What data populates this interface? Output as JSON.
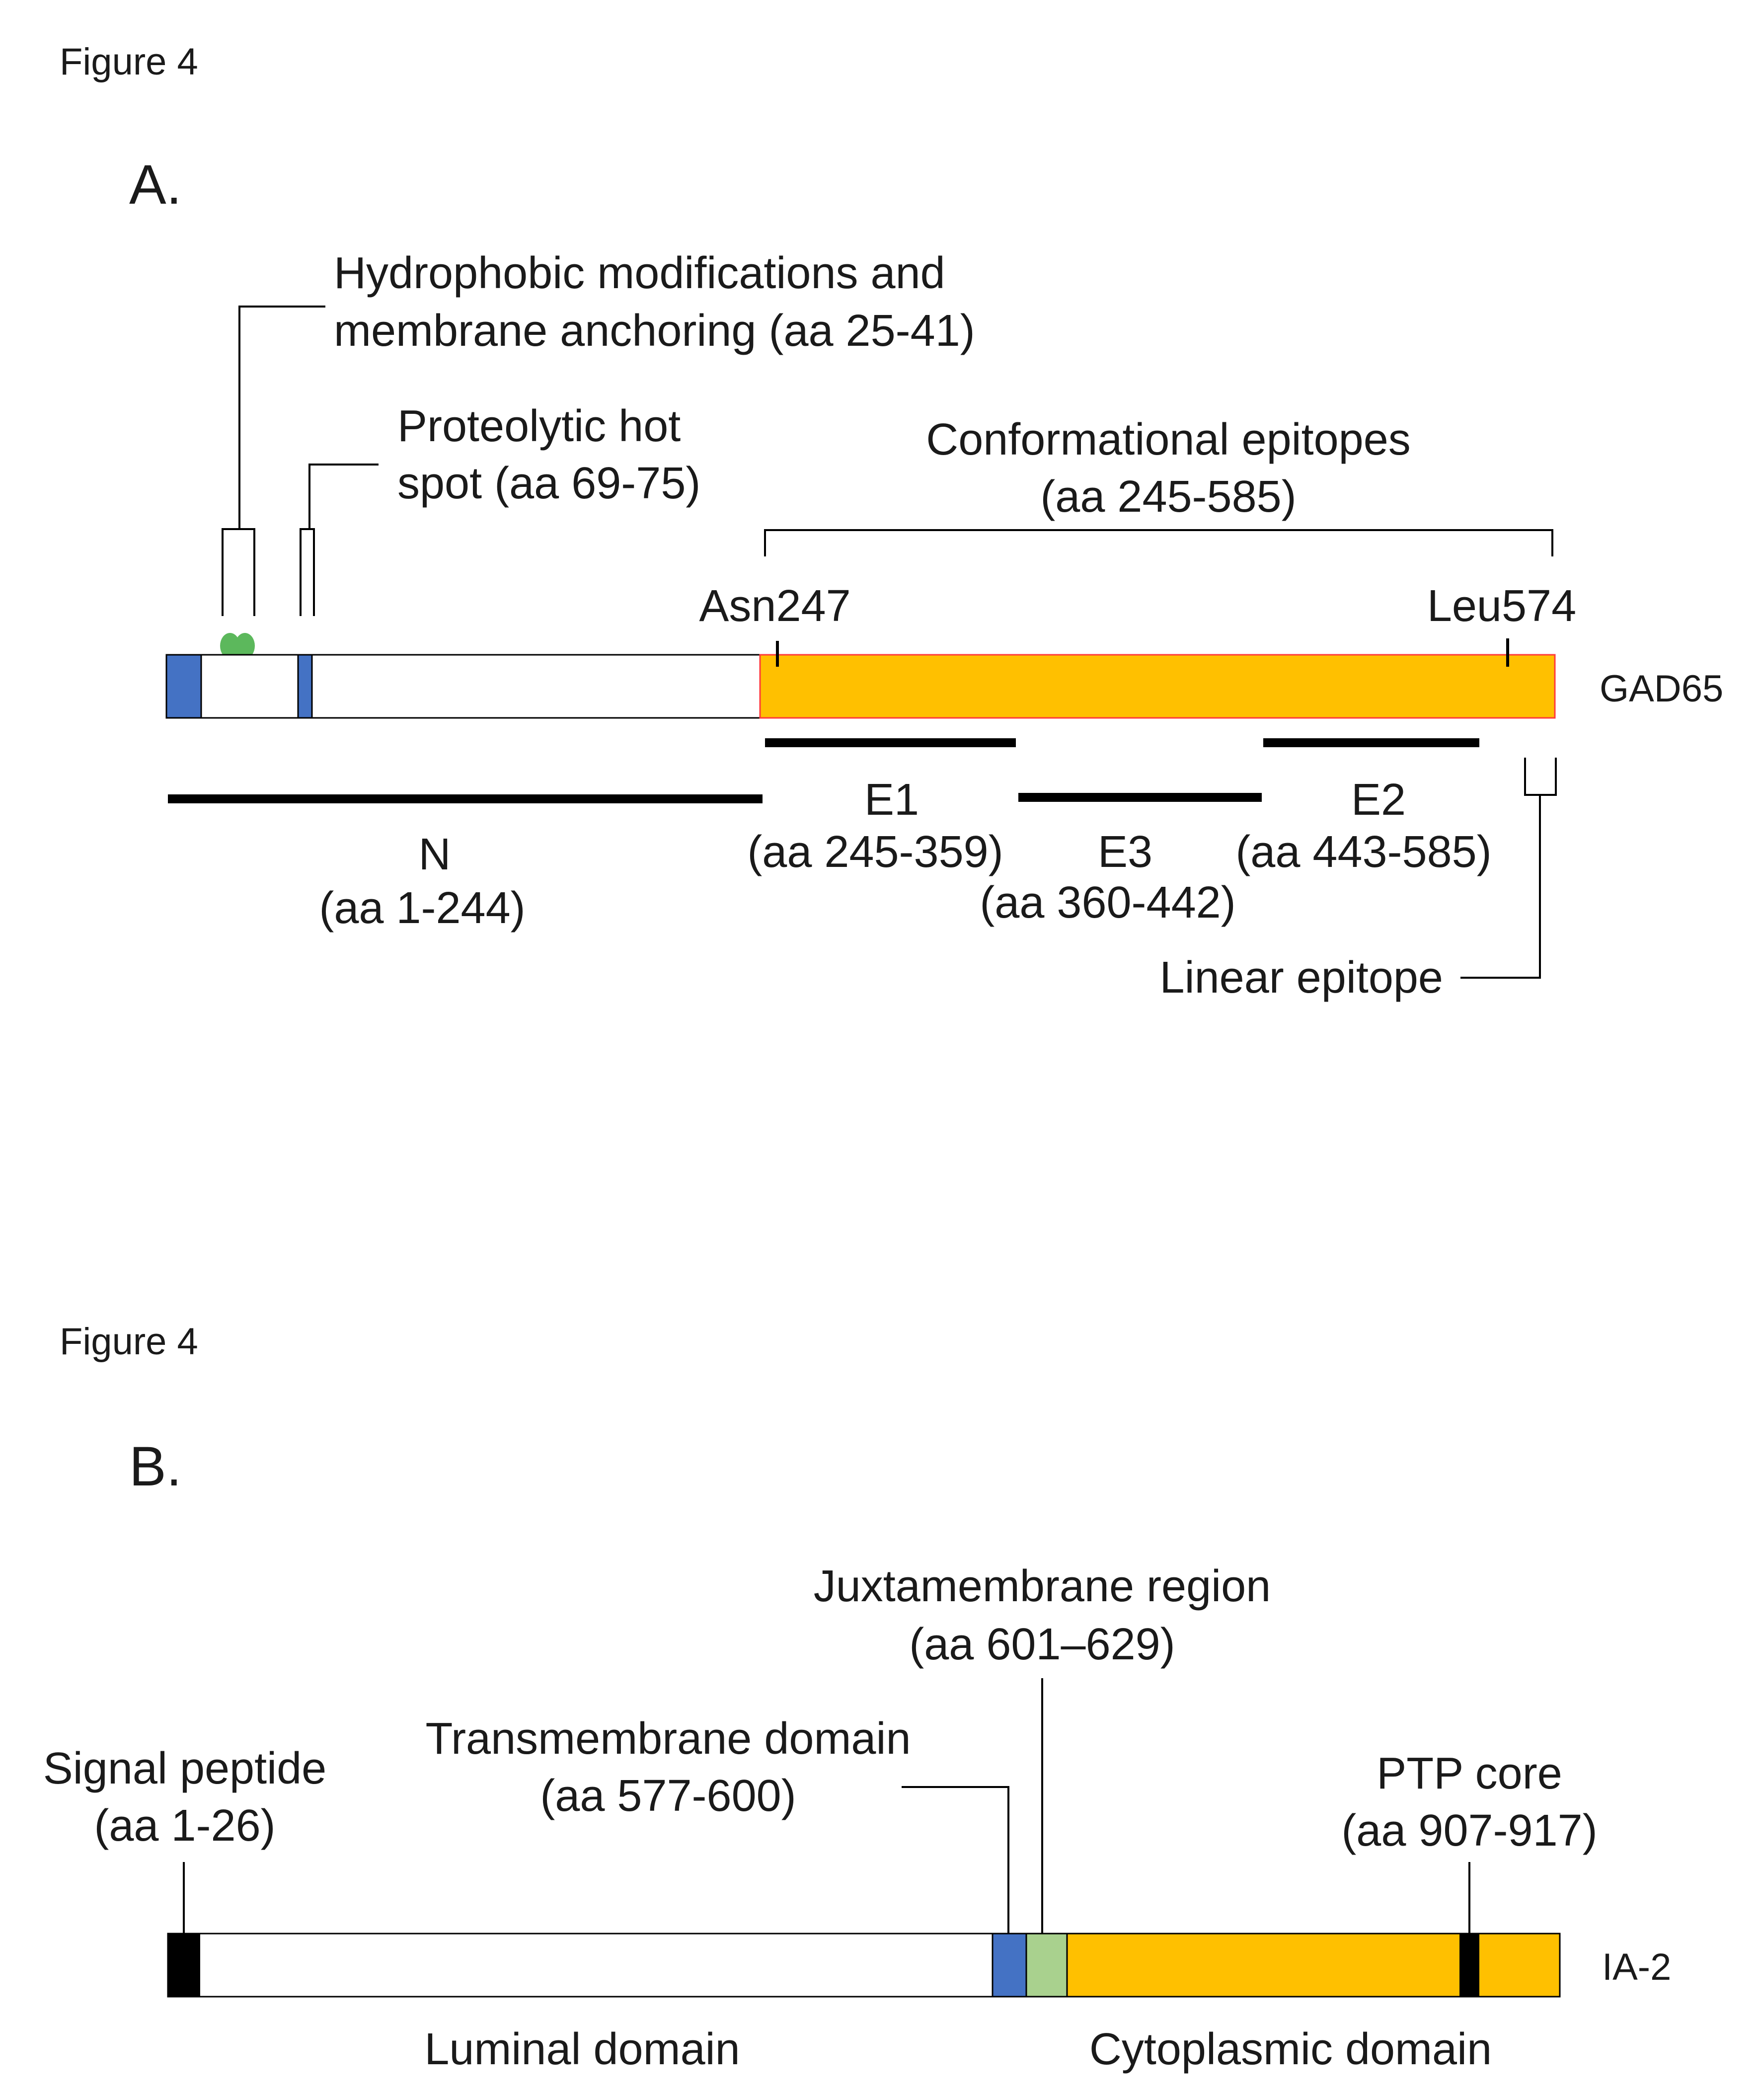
{
  "panel_a": {
    "figure_label": "Figure 4",
    "panel_label": "A.",
    "protein_name": "GAD65",
    "hydrophobic_line1": "Hydrophobic modifications and",
    "hydrophobic_line2": "membrane anchoring (aa 25-41)",
    "proteolytic_line1": "Proteolytic hot",
    "proteolytic_line2": "spot (aa 69-75)",
    "conformational_line1": "Conformational epitopes",
    "conformational_line2": "(aa 245-585)",
    "asn": "Asn247",
    "leu": "Leu574",
    "n_name": "N",
    "n_range": "(aa 1-244)",
    "e1_name": "E1",
    "e1_range": "(aa 245-359)",
    "e3_name": "E3",
    "e3_range": "(aa 360-442)",
    "e2_name": "E2",
    "e2_range": "(aa 443-585)",
    "linear_epitope": "Linear epitope"
  },
  "panel_b": {
    "figure_label": "Figure 4",
    "panel_label": "B.",
    "protein_name": "IA-2",
    "signal_line1": "Signal peptide",
    "signal_line2": "(aa 1-26)",
    "transmembrane_line1": "Transmembrane domain",
    "transmembrane_line2": "(aa 577-600)",
    "juxtamembrane_line1": "Juxtamembrane region",
    "juxtamembrane_line2": "(aa 601–629)",
    "ptp_line1": "PTP core",
    "ptp_line2": "(aa 907-917)",
    "luminal": "Luminal domain",
    "cytoplasmic": "Cytoplasmic domain"
  },
  "colors": {
    "blue": "#4472c4",
    "orange": "#ffc000",
    "green_marker": "#5cb85c",
    "light_green": "#a9d18e",
    "black": "#000000"
  }
}
